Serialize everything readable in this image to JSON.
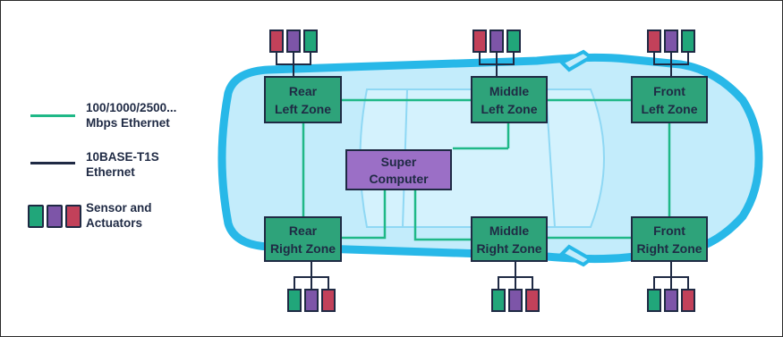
{
  "colors": {
    "ethernet": "#1fb887",
    "t1s": "#1f2a44",
    "zone_fill": "#2ea37a",
    "computer_fill": "#9b6fc6",
    "car_outline": "#28b8e8",
    "car_fill": "#c3ecfb",
    "sensor_green": "#21a67a",
    "sensor_purple": "#7d55a8",
    "sensor_red": "#c2415a"
  },
  "legend": {
    "ethernet_line1": "100/1000/2500...",
    "ethernet_line2": "Mbps Ethernet",
    "t1s_line1": "10BASE-T1S",
    "t1s_line2": "Ethernet",
    "sensor_line1": "Sensor and",
    "sensor_line2": "Actuators"
  },
  "zones": {
    "rear_left": [
      "Rear",
      "Left Zone"
    ],
    "middle_left": [
      "Middle",
      "Left Zone"
    ],
    "front_left": [
      "Front",
      "Left Zone"
    ],
    "rear_right": [
      "Rear",
      "Right Zone"
    ],
    "middle_right": [
      "Middle",
      "Right Zone"
    ],
    "front_right": [
      "Front",
      "Right Zone"
    ],
    "super_computer": [
      "Super",
      "Computer"
    ]
  }
}
